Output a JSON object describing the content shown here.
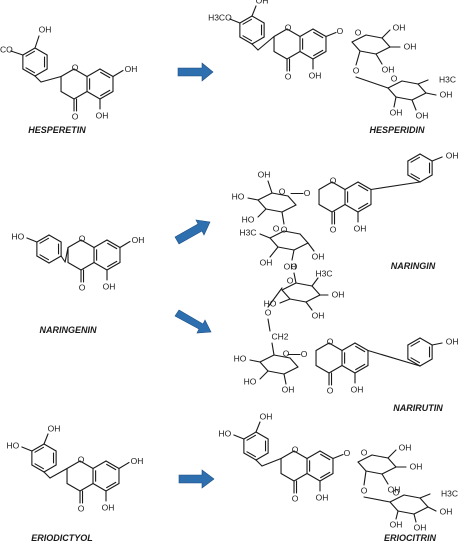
{
  "labels": {
    "hesperetin": "HESPERETIN",
    "hesperidin": "HESPERIDIN",
    "naringin": "NARINGIN",
    "naringenin": "NARINGENIN",
    "narirutin": "NARIRUTIN",
    "eriodictyol": "ERIODICTYOL",
    "eriocitrin": "ERIOCITRIN"
  },
  "atoms": {
    "oh": "OH",
    "ho": "HO",
    "h3co": "H3CO",
    "h3c": "H3C",
    "o": "O",
    "ch2": "CH2"
  },
  "colors": {
    "arrow": "#2e6fb0",
    "bond": "#1a1a1a"
  }
}
